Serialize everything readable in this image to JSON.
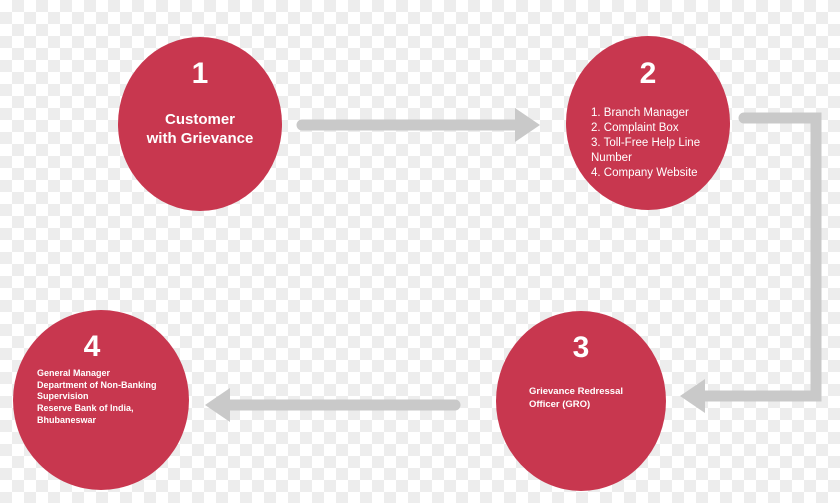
{
  "colors": {
    "circle_fill": "#c8374f",
    "connector": "#c9c9c9",
    "text": "#ffffff"
  },
  "steps": [
    {
      "number": "1",
      "lines": [
        "Customer",
        "with Grievance"
      ]
    },
    {
      "number": "2",
      "lines": [
        "1. Branch Manager",
        "2. Complaint Box",
        "3. Toll-Free Help Line",
        "Number",
        "4. Company Website"
      ]
    },
    {
      "number": "3",
      "lines": [
        "Grievance Redressal",
        "Officer (GRO)"
      ]
    },
    {
      "number": "4",
      "lines": [
        "General Manager",
        "Department of Non-Banking",
        "Supervision",
        "Reserve Bank of India,",
        "Bhubaneswar"
      ]
    }
  ],
  "flow": [
    {
      "from": "1",
      "to": "2"
    },
    {
      "from": "2",
      "to": "3"
    },
    {
      "from": "3",
      "to": "4"
    }
  ]
}
